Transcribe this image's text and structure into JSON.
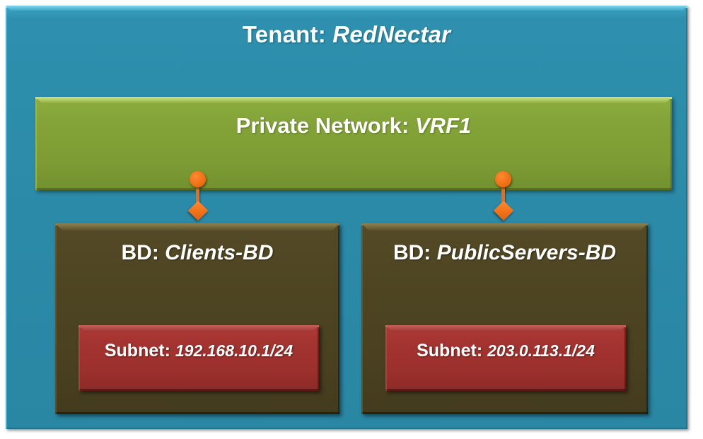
{
  "diagram": {
    "type": "aci-tenant-logical-topology",
    "colors": {
      "tenant": "#2b8aa8",
      "vrf": "#7d9c34",
      "bridge_domain": "#4a4121",
      "subnet": "#9b302c",
      "connector": "#f4741a",
      "text": "#ffffff"
    }
  },
  "tenant": {
    "label": "Tenant:",
    "name": "RedNectar"
  },
  "vrf": {
    "label": "Private Network:",
    "name": "VRF1"
  },
  "bridge_domains": [
    {
      "label": "BD:",
      "name": "Clients-BD",
      "connector": {
        "icon": "circle-diamond-connector",
        "from": "vrf",
        "to": "bd"
      },
      "subnet": {
        "label": "Subnet:",
        "address": "192.168.10.1/24"
      }
    },
    {
      "label": "BD:",
      "name": "PublicServers-BD",
      "connector": {
        "icon": "circle-diamond-connector",
        "from": "vrf",
        "to": "bd"
      },
      "subnet": {
        "label": "Subnet:",
        "address": "203.0.113.1/24"
      }
    }
  ]
}
